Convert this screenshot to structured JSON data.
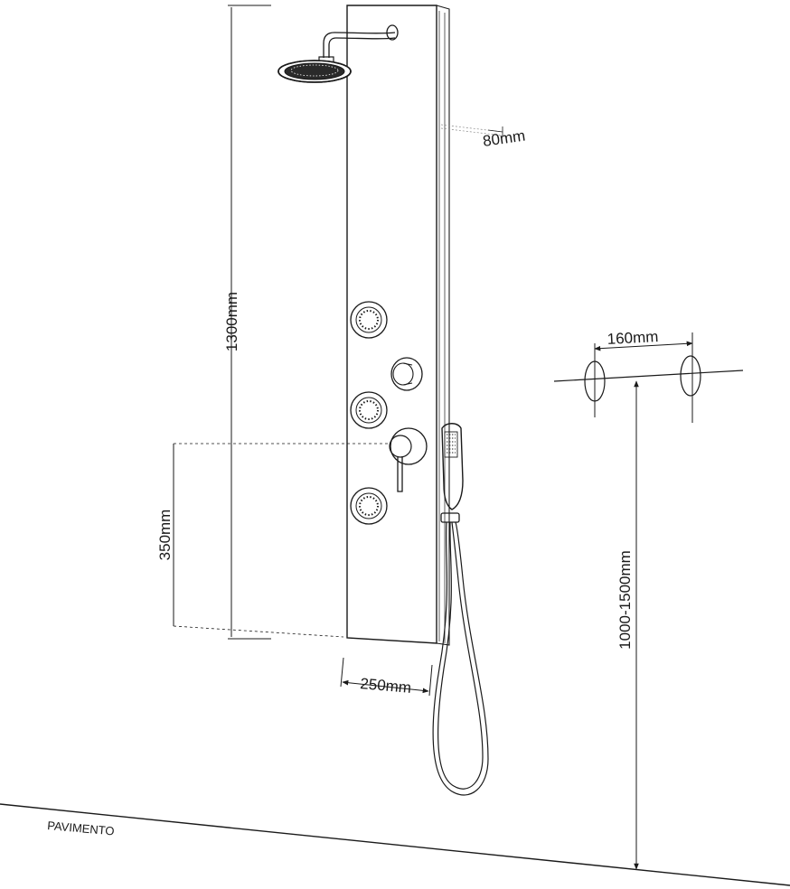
{
  "dimensions": {
    "total_height": "1300mm",
    "depth": "80mm",
    "mixer_height": "350mm",
    "panel_width": "250mm",
    "inlet_spacing": "160mm",
    "mount_height": "1000-1500mm"
  },
  "floor_label": "PAVIMENTO",
  "colors": {
    "line": "#1a1a1a",
    "background": "#ffffff"
  }
}
